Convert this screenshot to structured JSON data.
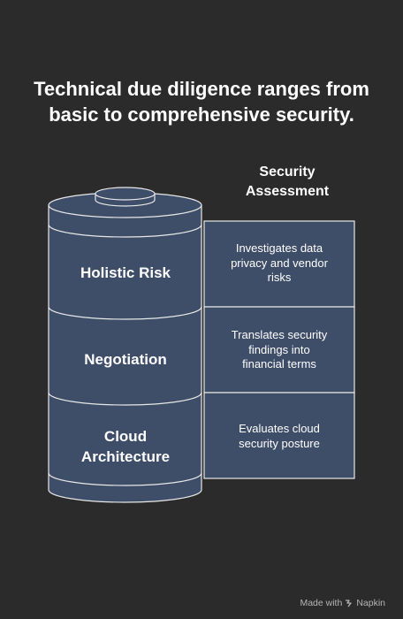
{
  "title": {
    "line1": "Technical due diligence ranges from",
    "line2": "basic to comprehensive security."
  },
  "column_header": {
    "line1": "Security",
    "line2": "Assessment"
  },
  "layers": [
    {
      "label_lines": [
        "Holistic Risk"
      ],
      "description_lines": [
        "Investigates data",
        "privacy and vendor",
        "risks"
      ]
    },
    {
      "label_lines": [
        "Negotiation"
      ],
      "description_lines": [
        "Translates security",
        "findings into",
        "financial terms"
      ]
    },
    {
      "label_lines": [
        "Cloud",
        "Architecture"
      ],
      "description_lines": [
        "Evaluates cloud",
        "security posture"
      ]
    }
  ],
  "watermark": {
    "prefix": "Made with",
    "brand": "Napkin"
  },
  "colors": {
    "background": "#2b2b2b",
    "fill": "#3e4d68",
    "stroke": "#e8e8e8",
    "text": "#ffffff"
  }
}
